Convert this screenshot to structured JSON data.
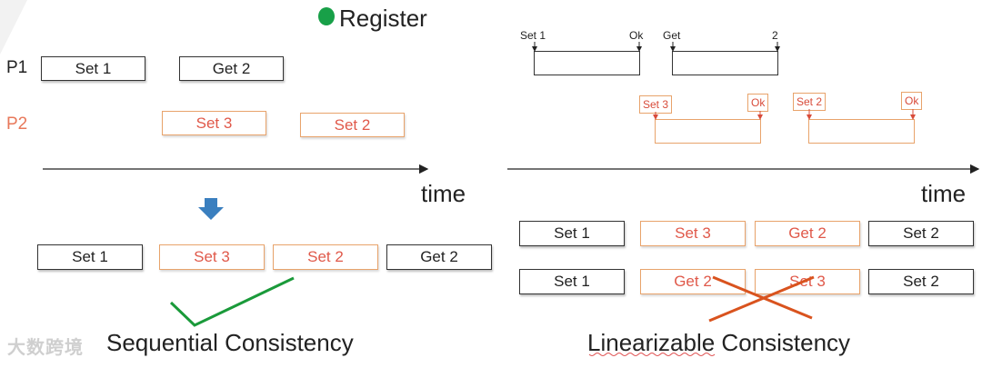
{
  "header": {
    "title": "Register",
    "dot_color": "#18a048"
  },
  "rows": {
    "p1": "P1",
    "p2": "P2"
  },
  "left_timeline": {
    "p1_ops": [
      "Set 1",
      "Get 2"
    ],
    "p2_ops": [
      "Set 3",
      "Set 2"
    ],
    "axis_label": "time"
  },
  "sequential": {
    "ops": [
      "Set 1",
      "Set 3",
      "Set 2",
      "Get 2"
    ],
    "title": "Sequential Consistency"
  },
  "right_timeline": {
    "p1_tags": [
      {
        "start": "Set 1",
        "end": "Ok"
      },
      {
        "start": "Get",
        "end": "2"
      }
    ],
    "p2_tags": [
      {
        "start": "Set 3",
        "end": "Ok"
      },
      {
        "start": "Set 2",
        "end": "Ok"
      }
    ],
    "axis_label": "time"
  },
  "linearizable": {
    "row1": [
      "Set 1",
      "Set 3",
      "Get 2",
      "Set 2"
    ],
    "row2": [
      "Set 1",
      "Get 2",
      "Set 3",
      "Set 2"
    ],
    "title": "Linearizable Consistency"
  },
  "watermark": "大数跨境",
  "colors": {
    "orange_border": "#e8a36b",
    "orange_text": "#e0594a",
    "check": "#1a9a3a",
    "cross": "#d9531e",
    "arrow_down": "#3a7fbf"
  }
}
